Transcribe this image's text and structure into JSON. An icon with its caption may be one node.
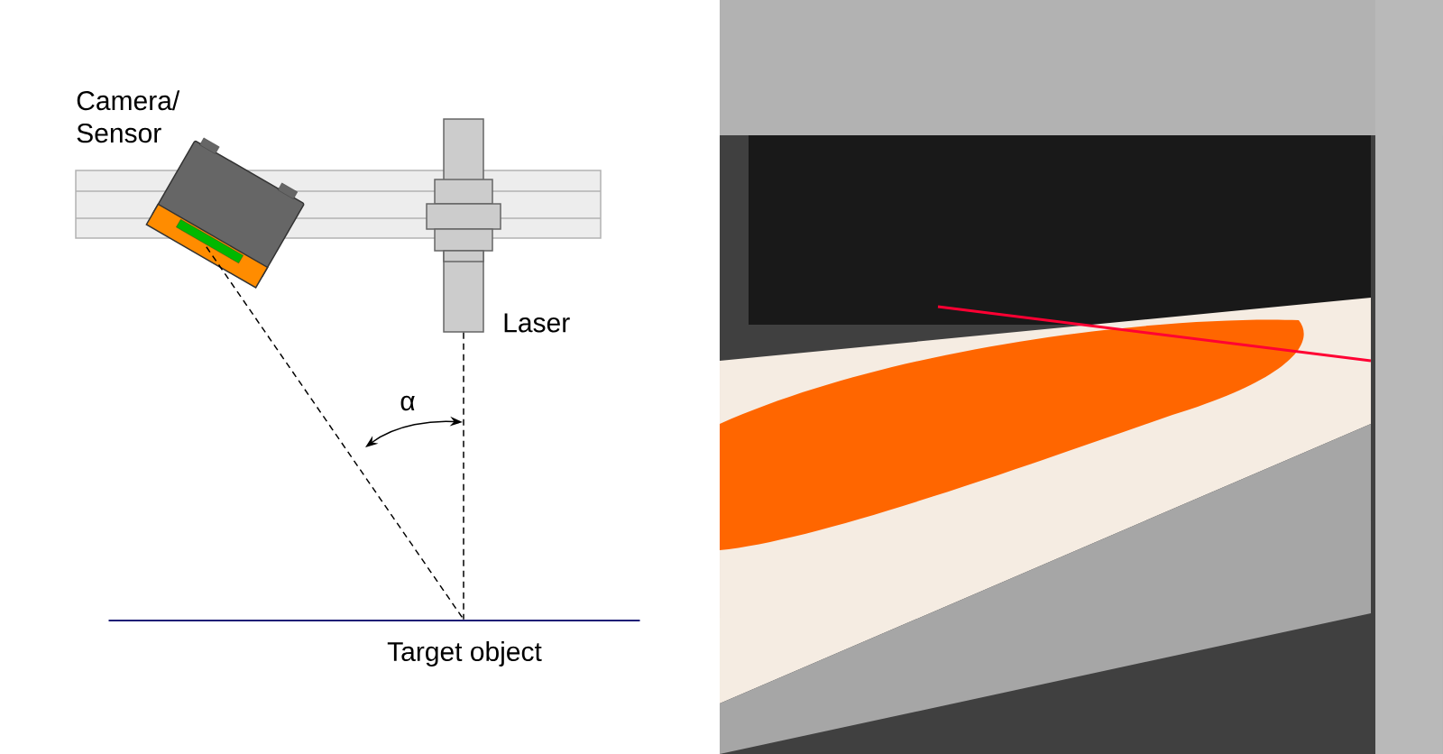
{
  "diagram": {
    "nodes": [
      {
        "text": [],
        "shape": "picture",
        "beside": [
          "Camera/ Sensor"
        ]
      },
      {
        "text": [],
        "shape": "picture",
        "beside": [
          "Laser"
        ]
      },
      {
        "text": [],
        "shape": "bar",
        "beside": [
          "Target object"
        ]
      }
    ],
    "edges": [
      {
        "from": 0,
        "to": 2,
        "arrow": "none",
        "style": "dashed"
      },
      {
        "from": 1,
        "to": 2,
        "arrow": "none",
        "style": "dashed"
      }
    ],
    "labels": [
      "α"
    ]
  }
}
